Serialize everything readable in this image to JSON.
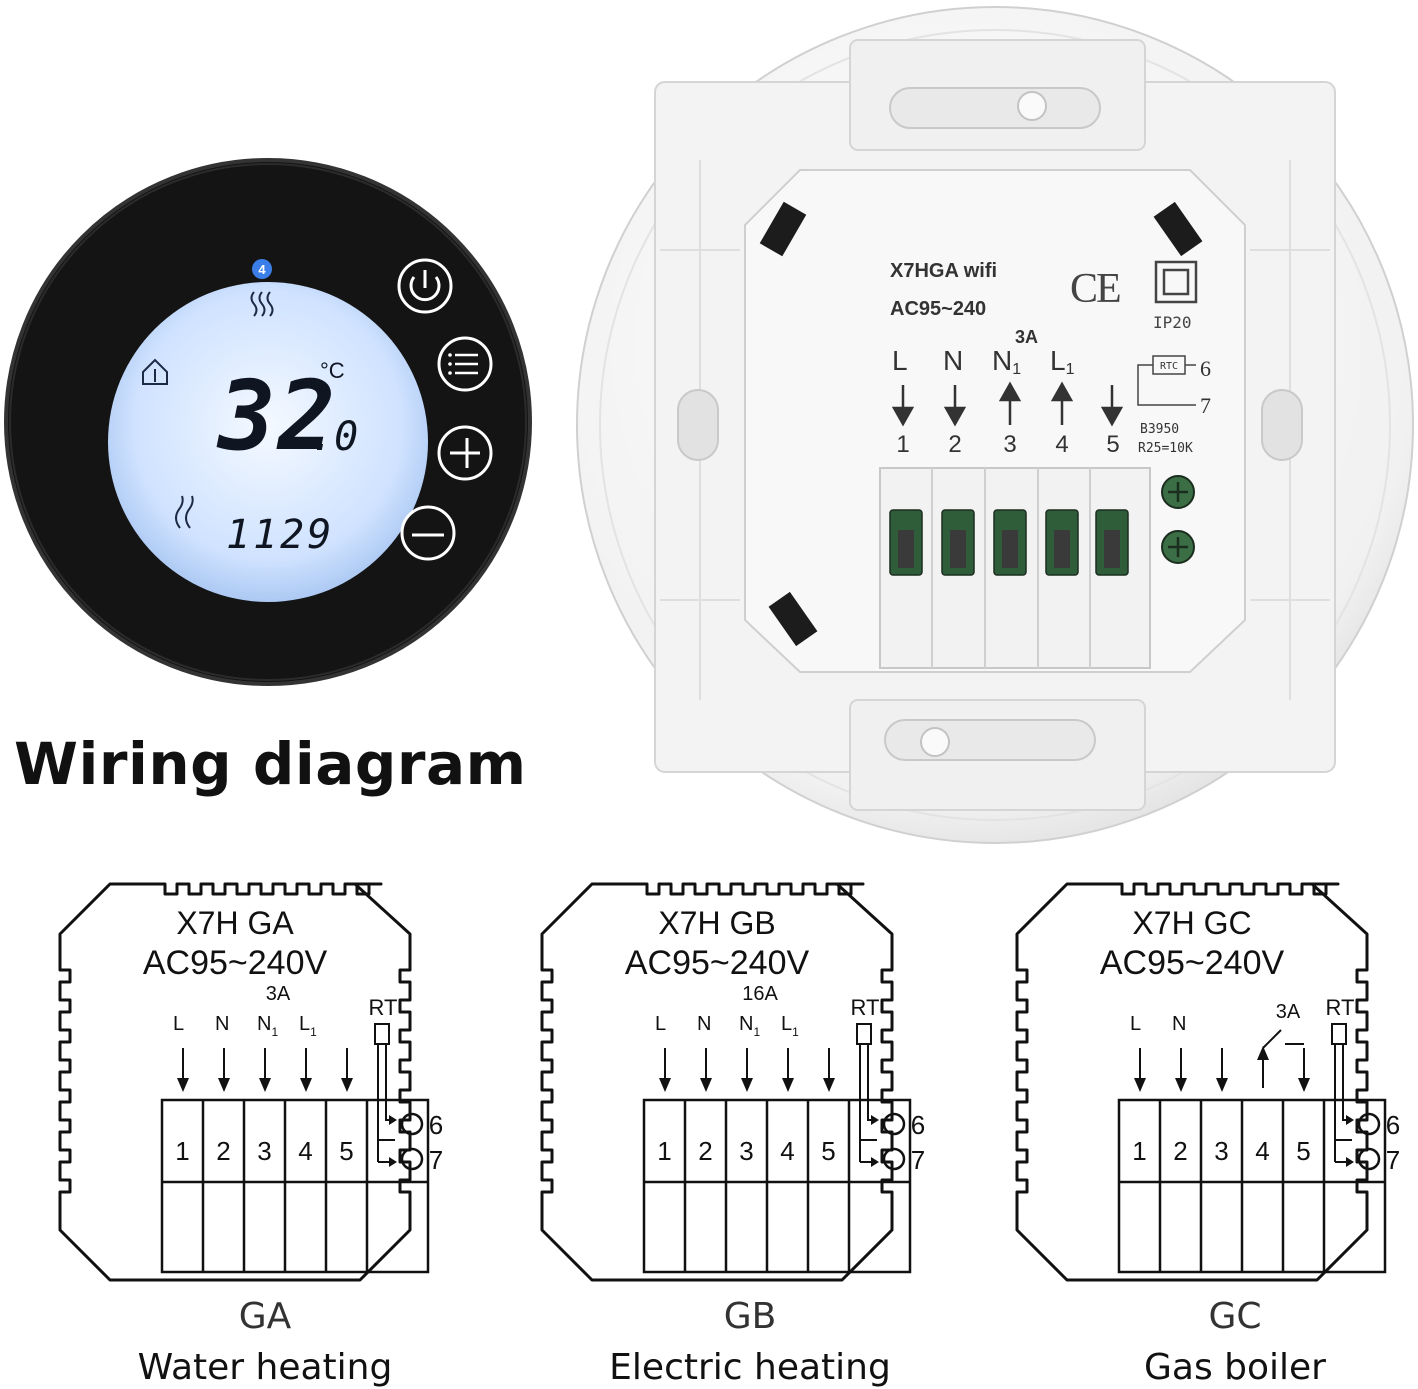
{
  "heading": "Wiring diagram",
  "thermostat_front": {
    "mode_badge": "4",
    "temperature": "32",
    "temperature_decimal": ".0",
    "unit": "°C",
    "clock": "1129",
    "colors": {
      "bezel": "#141414",
      "screen": "#cfe2ff",
      "digits": "#0f1622"
    }
  },
  "back_panel": {
    "model": "X7HGA wifi",
    "voltage": "AC95~240",
    "current": "3A",
    "cert_ce": "CE",
    "ip_rating": "IP20",
    "rtc_label": "RTC",
    "sensor_b": "B3950",
    "sensor_r": "R25=10K",
    "terminal_labels": [
      {
        "letter": "L",
        "sub": ""
      },
      {
        "letter": "N",
        "sub": ""
      },
      {
        "letter": "N",
        "sub": "1"
      },
      {
        "letter": "L",
        "sub": "1"
      }
    ],
    "terminal_numbers": [
      "1",
      "2",
      "3",
      "4",
      "5"
    ],
    "sensor_pins": [
      "6",
      "7"
    ]
  },
  "diagrams": [
    {
      "model": "X7H GA",
      "voltage": "AC95~240V",
      "current": "3A",
      "labels": [
        {
          "letter": "L",
          "sub": ""
        },
        {
          "letter": "N",
          "sub": ""
        },
        {
          "letter": "N",
          "sub": "1"
        },
        {
          "letter": "L",
          "sub": "1"
        }
      ],
      "rt": "RT",
      "terminals": [
        "1",
        "2",
        "3",
        "4",
        "5"
      ],
      "pins": [
        "6",
        "7"
      ],
      "code": "GA",
      "name": "Water heating"
    },
    {
      "model": "X7H GB",
      "voltage": "AC95~240V",
      "current": "16A",
      "labels": [
        {
          "letter": "L",
          "sub": ""
        },
        {
          "letter": "N",
          "sub": ""
        },
        {
          "letter": "N",
          "sub": "1"
        },
        {
          "letter": "L",
          "sub": "1"
        }
      ],
      "rt": "RT",
      "terminals": [
        "1",
        "2",
        "3",
        "4",
        "5"
      ],
      "pins": [
        "6",
        "7"
      ],
      "code": "GB",
      "name": "Electric heating"
    },
    {
      "model": "X7H GC",
      "voltage": "AC95~240V",
      "current": "3A",
      "labels": [
        {
          "letter": "L",
          "sub": ""
        },
        {
          "letter": "N",
          "sub": ""
        }
      ],
      "rt": "RT",
      "terminals": [
        "1",
        "2",
        "3",
        "4",
        "5"
      ],
      "pins": [
        "6",
        "7"
      ],
      "code": "GC",
      "name": "Gas boiler"
    }
  ]
}
